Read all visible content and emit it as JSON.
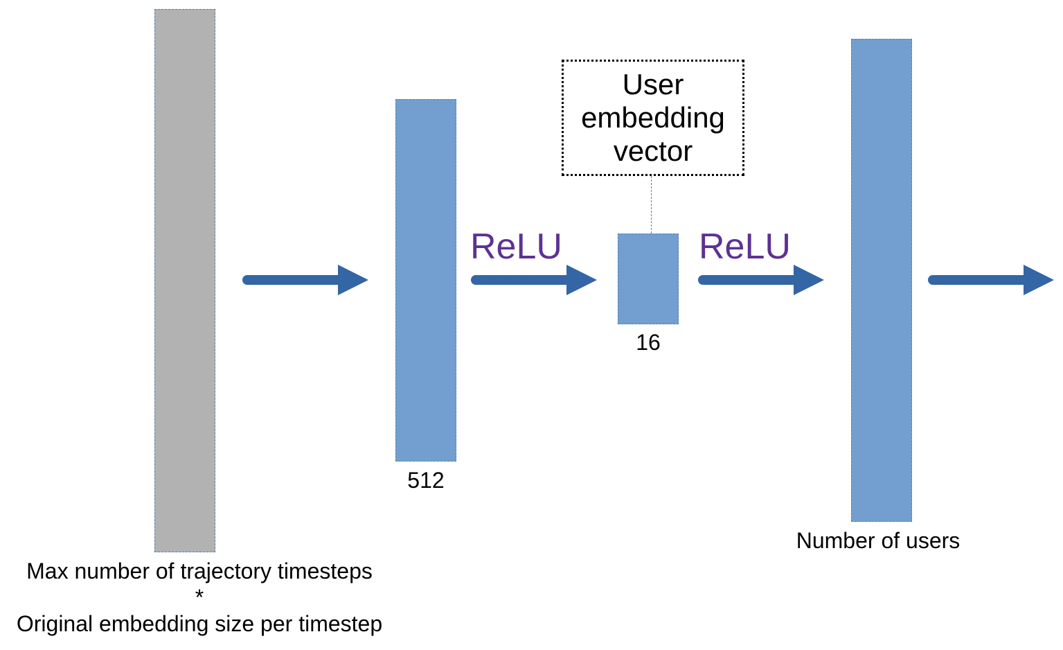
{
  "colors": {
    "input_layer": "#b2b2b2",
    "dense_layer": "#729fcf",
    "arrow": "#3465a4",
    "activation_text": "#5c3292",
    "text": "#000000"
  },
  "layers": {
    "input": {
      "label_line1": "Max number of trajectory timesteps",
      "label_line2": "*",
      "label_line3": "Original embedding size per timestep"
    },
    "hidden": {
      "label": "512"
    },
    "embedding": {
      "label": "16"
    },
    "output": {
      "label": "Number of users"
    }
  },
  "activations": {
    "first": "ReLU",
    "second": "ReLU"
  },
  "callout": {
    "line1": "User",
    "line2": "embedding",
    "line3": "vector"
  },
  "icons": {
    "arrow": "right-arrow-icon"
  }
}
